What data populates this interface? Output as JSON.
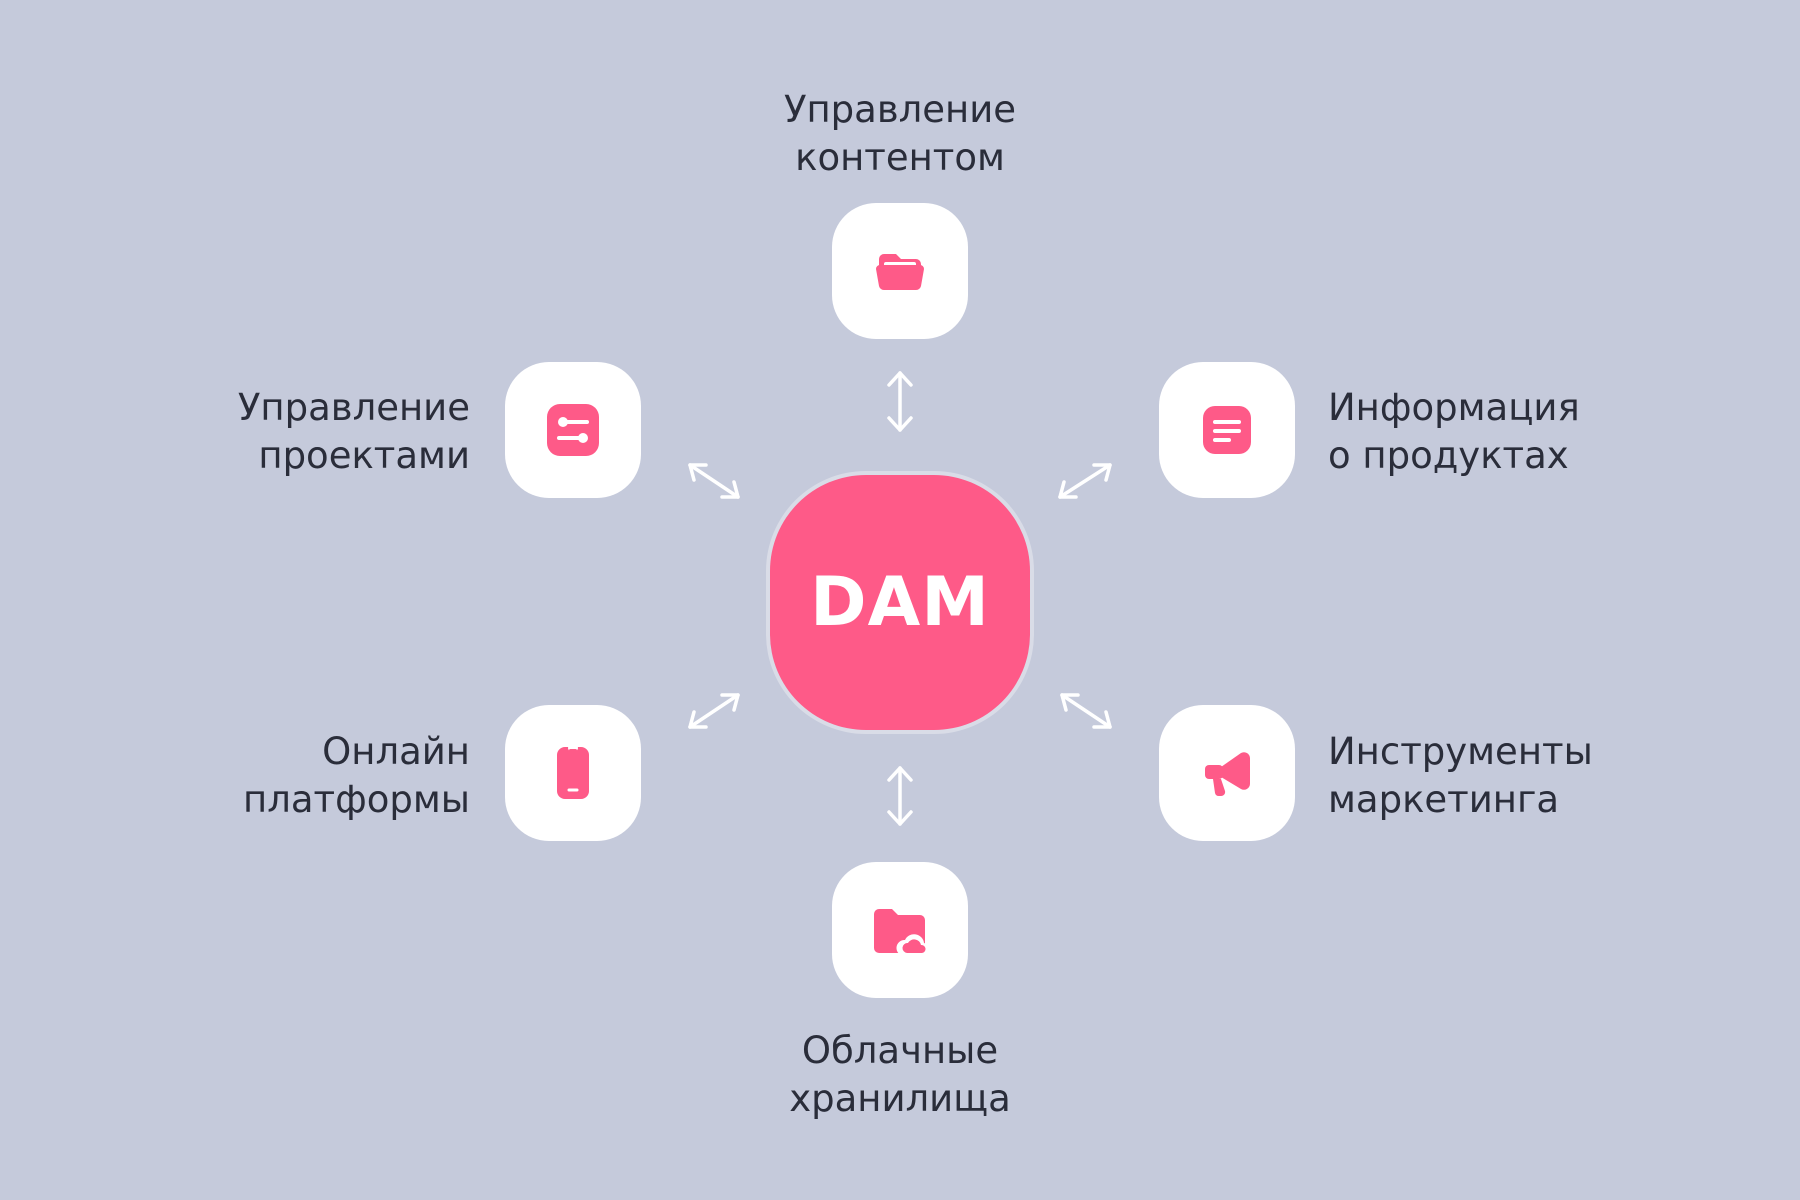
{
  "center": {
    "label": "DAM"
  },
  "nodes": {
    "content": {
      "line1": "Управление",
      "line2": "контентом",
      "icon": "folder-open-icon"
    },
    "projects": {
      "line1": "Управление",
      "line2": "проектами",
      "icon": "timeline-icon"
    },
    "product_info": {
      "line1": "Информация",
      "line2": "о продуктах",
      "icon": "document-icon"
    },
    "online": {
      "line1": "Онлайн",
      "line2": "платформы",
      "icon": "smartphone-icon"
    },
    "marketing": {
      "line1": "Инструменты",
      "line2": "маркетинга",
      "icon": "megaphone-icon"
    },
    "cloud": {
      "line1": "Облачные",
      "line2": "хранилища",
      "icon": "cloud-folder-icon"
    }
  },
  "colors": {
    "background": "#c5cadb",
    "accent": "#fe5a88",
    "tile": "#ffffff",
    "text": "#2a2d3a"
  }
}
